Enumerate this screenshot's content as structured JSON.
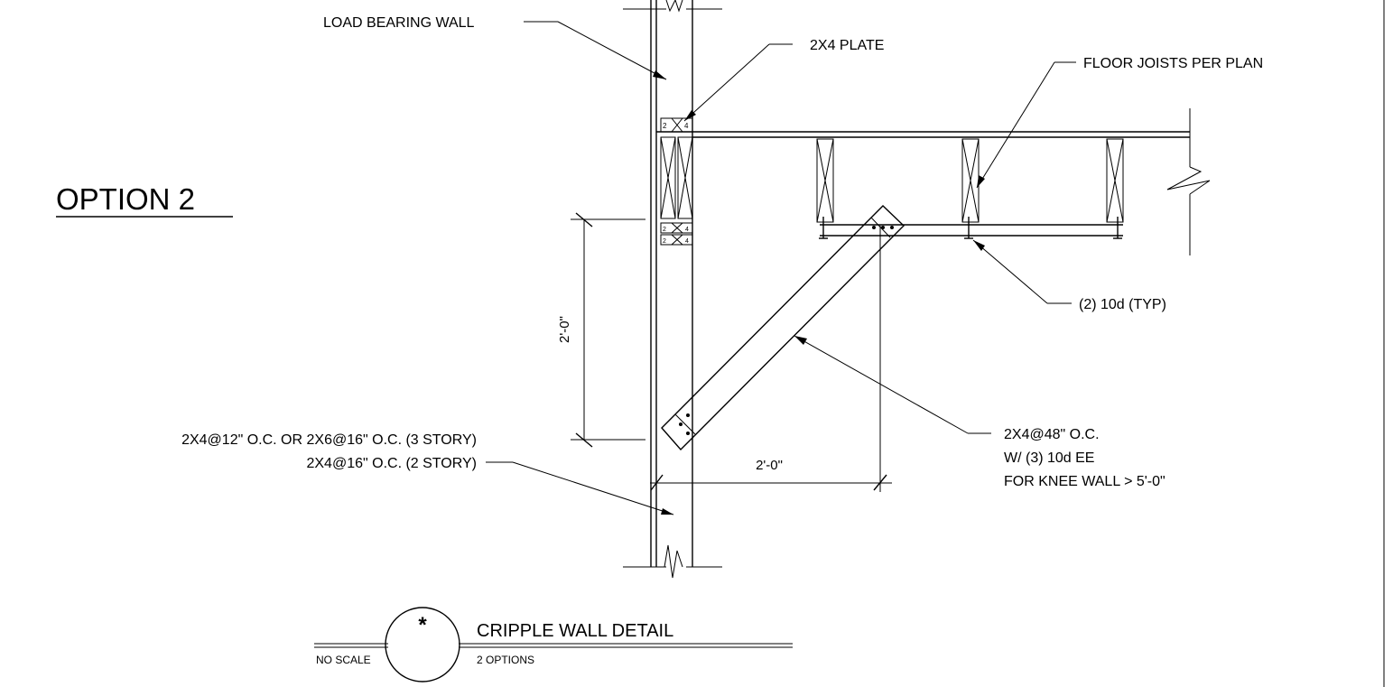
{
  "title": {
    "option": "OPTION 2",
    "detail_name": "CRIPPLE WALL DETAIL",
    "detail_sub": "2 OPTIONS",
    "scale": "NO SCALE",
    "detail_marker": "*"
  },
  "callouts": {
    "load_bearing_wall": "LOAD BEARING WALL",
    "plate": "2X4 PLATE",
    "floor_joists": "FLOOR JOISTS PER PLAN",
    "nails": "(2) 10d (TYP)",
    "brace_line1": "2X4@48\" O.C.",
    "brace_line2": "W/ (3) 10d EE",
    "brace_line3": "FOR KNEE WALL > 5'-0\"",
    "studs_line1": "2X4@12\" O.C. OR 2X6@16\" O.C. (3 STORY)",
    "studs_line2": "2X4@16\" O.C. (2 STORY)"
  },
  "dimensions": {
    "vertical": "2'-0\"",
    "horizontal": "2'-0\""
  },
  "lumber_tags": {
    "tag_a": "2",
    "tag_b": "4"
  },
  "colors": {
    "line": "#000000",
    "background": "#ffffff"
  }
}
